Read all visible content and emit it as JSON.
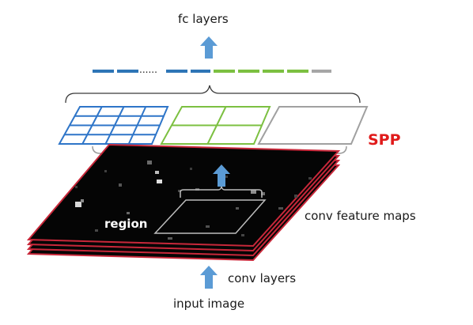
{
  "labels": {
    "fc_layers": "fc layers",
    "spp": "SPP",
    "region": "region",
    "conv_feature_maps": "conv feature maps",
    "conv_layers": "conv layers",
    "input_image": "input image",
    "dots": "......"
  },
  "colors": {
    "blue_grid": "#2e75c8",
    "green_grid": "#7cc041",
    "gray_grid": "#a0a0a0",
    "arrow": "#5b9bd5",
    "spp_red": "#e01b1b",
    "map_edge": "#c8283a",
    "brace": "#3a3a3a",
    "brace_gray": "#9a9a9a",
    "fc_blue": "#2e75b6",
    "fc_green": "#7cc041",
    "fc_gray": "#a6a6a6"
  },
  "pooling_levels": [
    {
      "grid": "4x4",
      "rows": 4,
      "cols": 4,
      "color": "blue"
    },
    {
      "grid": "2x2",
      "rows": 2,
      "cols": 2,
      "color": "green"
    },
    {
      "grid": "1x1",
      "rows": 1,
      "cols": 1,
      "color": "gray"
    }
  ],
  "fc_vector": {
    "blue_segments_before_dots": 2,
    "blue_segments_after_dots": 2,
    "green_segments": 4,
    "gray_segments": 1
  }
}
